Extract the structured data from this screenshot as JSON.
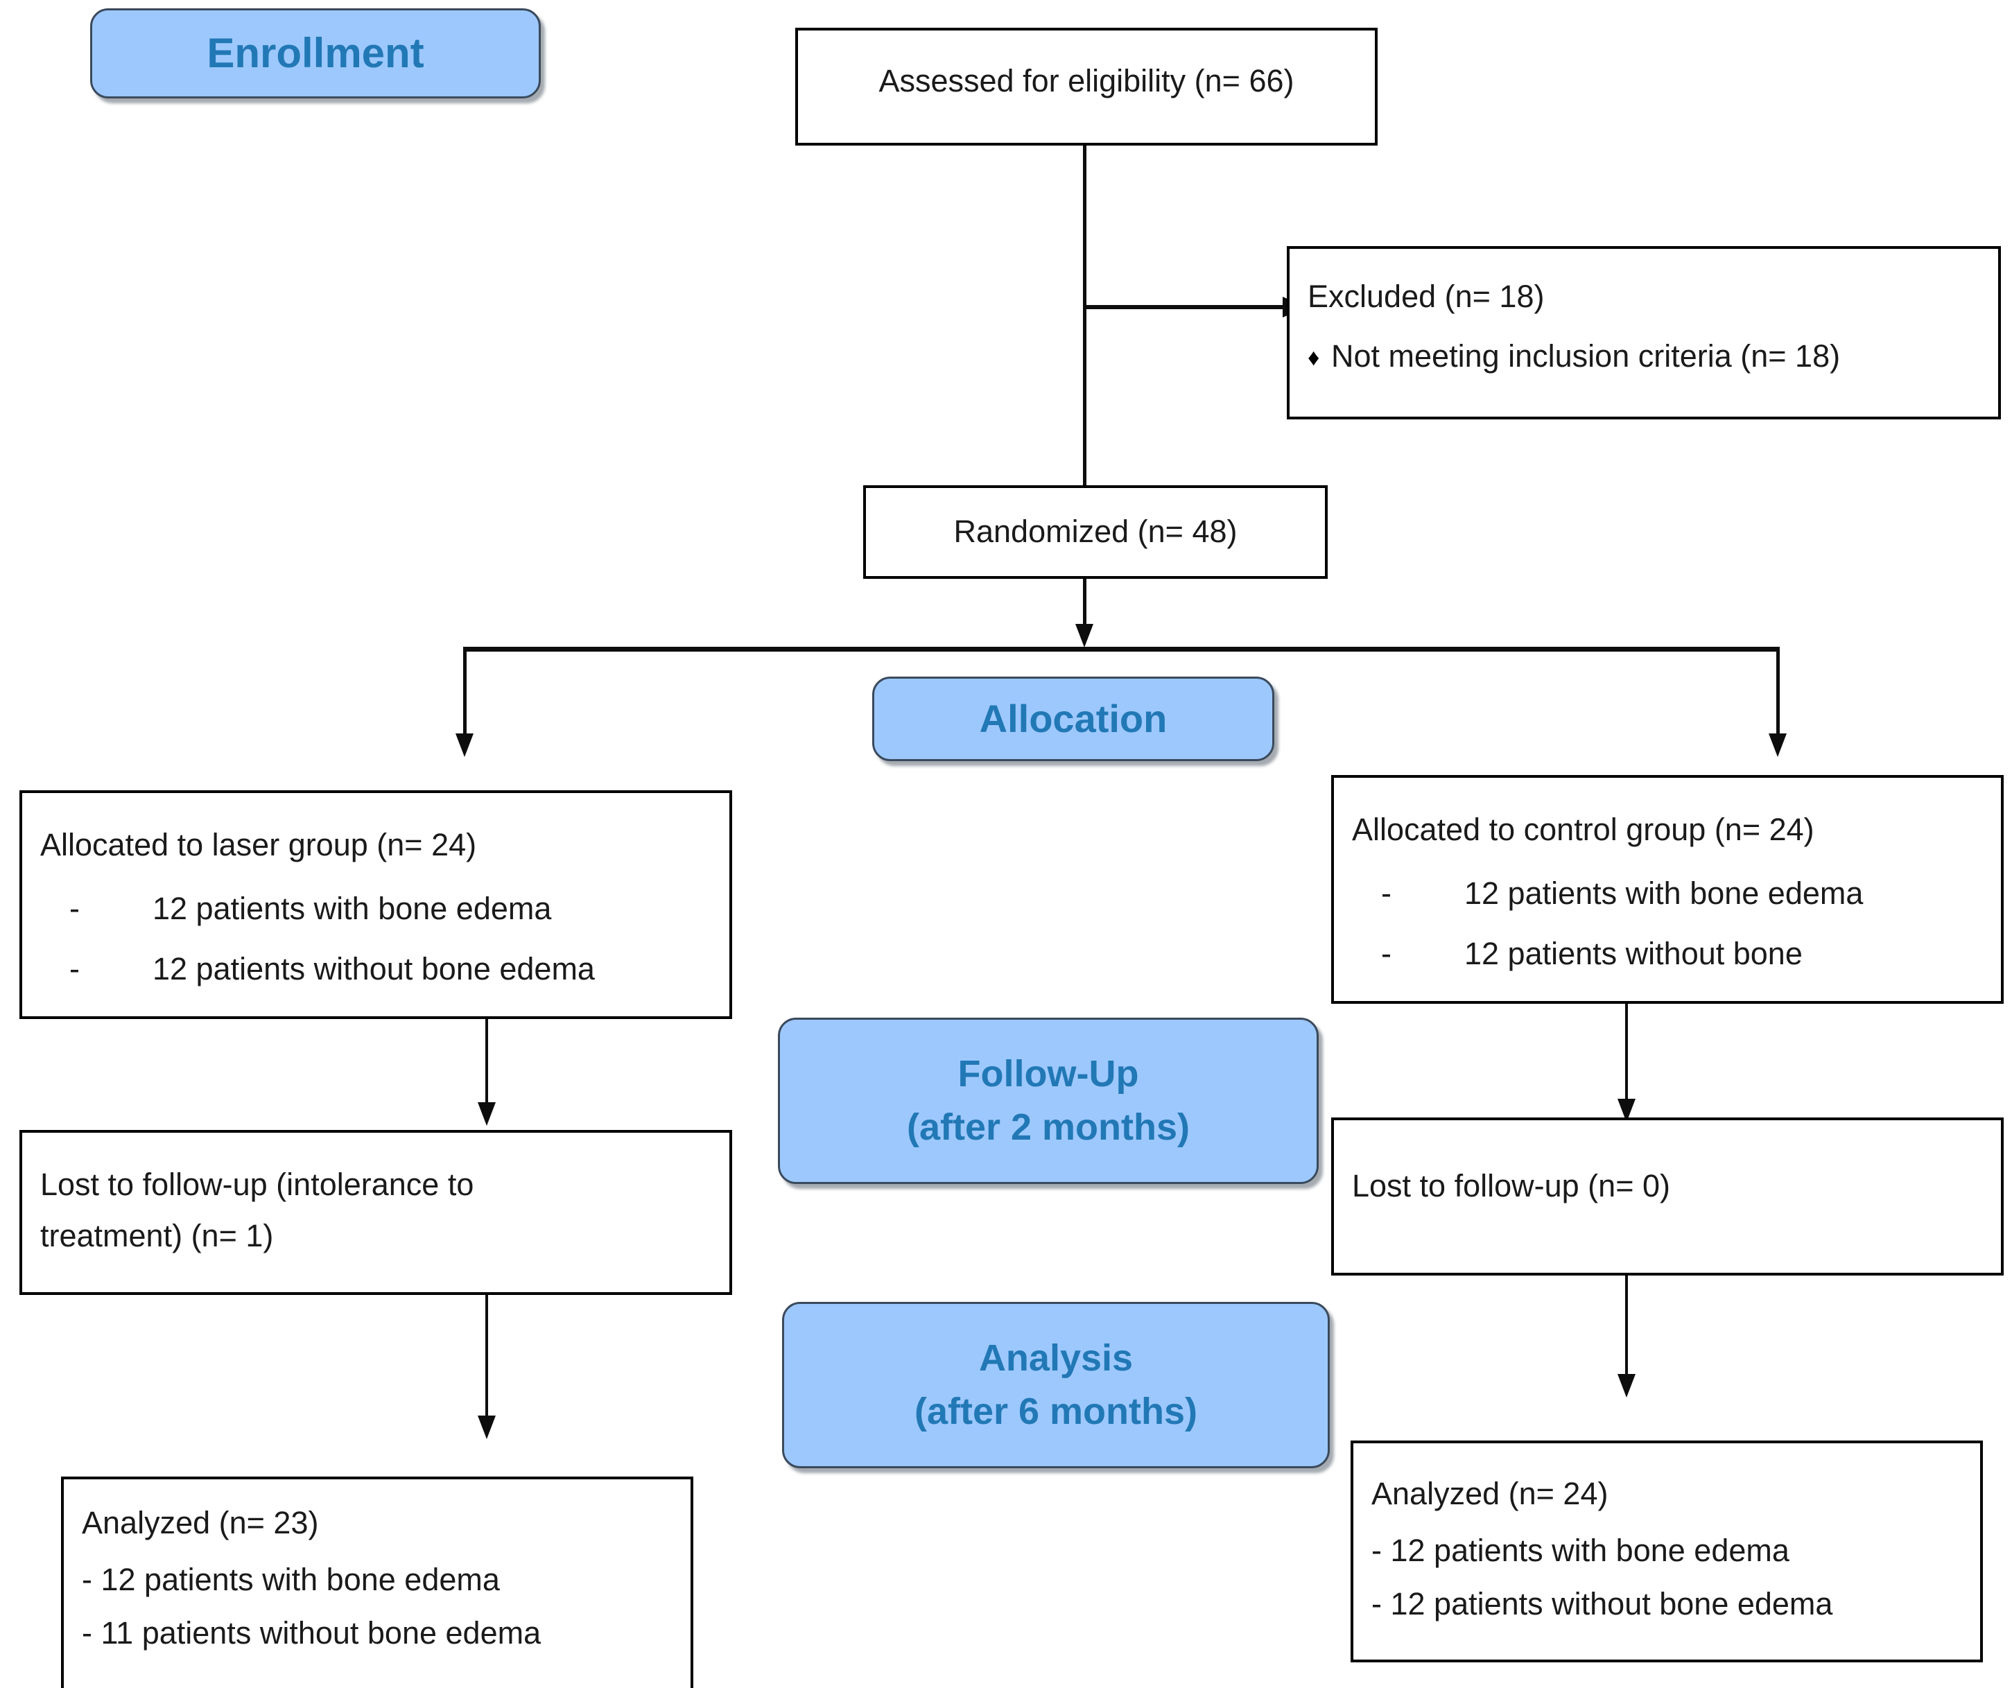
{
  "diagram": {
    "title": "CONSORT participant flow diagram",
    "colors": {
      "badge_fill": "#9DC8FE",
      "badge_text": "#2178B5",
      "badge_border": "#3A4A5C",
      "node_border": "#000000",
      "node_fill": "#FFFFFF",
      "connector": "#0D0D0D"
    }
  },
  "stages": {
    "enrollment": {
      "label": "Enrollment"
    },
    "allocation": {
      "label": "Allocation"
    },
    "followup": {
      "label": "Follow-Up",
      "sublabel": "(after 2 months)"
    },
    "analysis": {
      "label": "Analysis",
      "sublabel": "(after 6 months)"
    }
  },
  "nodes": {
    "assessed": {
      "text": "Assessed for eligibility (n= 66)"
    },
    "excluded": {
      "title": "Excluded  (n= 18)",
      "bullet_glyph": "♦",
      "items": [
        "Not meeting inclusion criteria (n= 18)"
      ]
    },
    "randomized": {
      "text": "Randomized (n= 48)"
    },
    "allocated_laser": {
      "title": "Allocated to laser group (n= 24)",
      "dash": "-",
      "items": [
        "12 patients with bone edema",
        "12 patients without bone edema"
      ]
    },
    "allocated_control": {
      "title": "Allocated to control group (n= 24)",
      "dash": "-",
      "items": [
        "12 patients with bone edema",
        "12 patients without bone"
      ]
    },
    "lost_laser": {
      "line1": "Lost to follow-up (intolerance to",
      "line2": "treatment) (n= 1)"
    },
    "lost_control": {
      "line1": "Lost to follow-up (n= 0)"
    },
    "analyzed_laser": {
      "title": "Analyzed  (n= 23)",
      "items": [
        "- 12 patients with bone edema",
        "- 11 patients without bone edema"
      ]
    },
    "analyzed_control": {
      "title": "Analyzed  (n= 24)",
      "items": [
        "- 12 patients with bone edema",
        "- 12 patients without bone edema"
      ]
    }
  }
}
